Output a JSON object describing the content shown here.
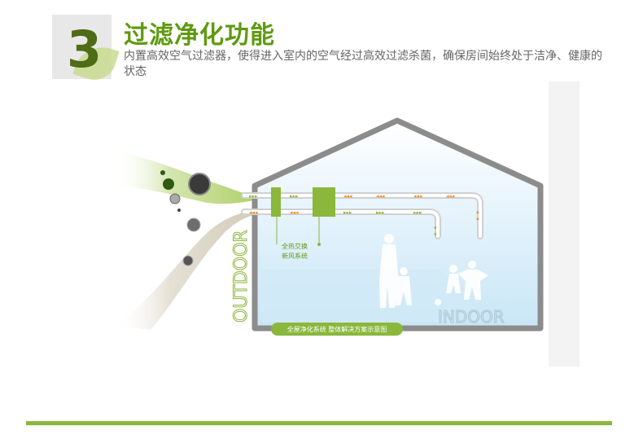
{
  "header": {
    "number": "3",
    "title": "过滤净化功能",
    "description": "内置高效空气过滤器，使得进入室内的空气经过高效过滤杀菌，确保房间始终处于洁净、健康的状态"
  },
  "diagram": {
    "outdoor_label": "OUTDOOR",
    "indoor_label": "INDOOR",
    "unit_label_line1": "全热交换",
    "unit_label_line2": "新风系统",
    "caption": "全屋净化系统  整体解决方案示意图"
  },
  "colors": {
    "accent_green": "#8ab73c",
    "title_green": "#5e9a0f",
    "house_gray": "#8c8c8c",
    "indoor_blue": "#d6ecf7",
    "arrow_orange": "#f08a24"
  }
}
